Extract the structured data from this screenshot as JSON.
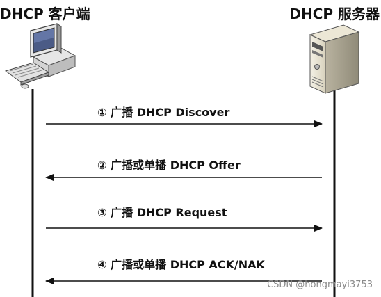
{
  "client": {
    "title": "DHCP 客户端",
    "icon": "desktop-computer-icon"
  },
  "server": {
    "title": "DHCP 服务器",
    "icon": "tower-server-icon"
  },
  "messages": [
    {
      "label": "① 广播 DHCP Discover",
      "direction": "client-to-server"
    },
    {
      "label": "② 广播或单播 DHCP Offer",
      "direction": "server-to-client"
    },
    {
      "label": "③ 广播 DHCP Request",
      "direction": "client-to-server"
    },
    {
      "label": "④ 广播或单播 DHCP ACK/NAK",
      "direction": "server-to-client"
    }
  ],
  "watermark": "CSDN @hongmayi3753"
}
